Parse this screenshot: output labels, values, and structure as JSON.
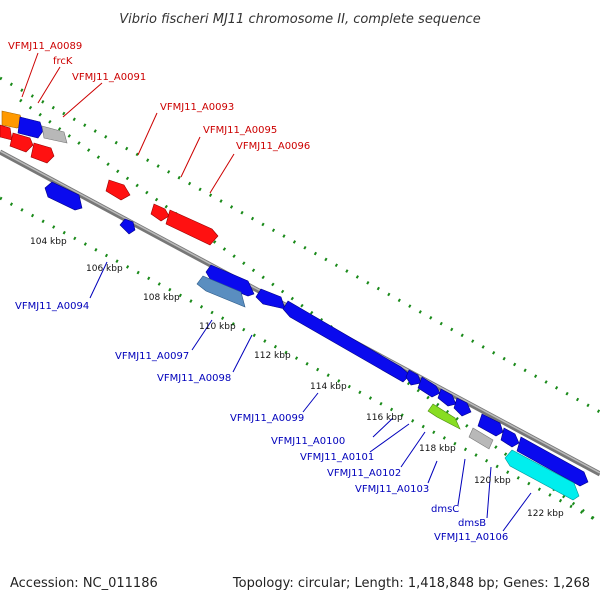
{
  "title": "Vibrio fischeri MJ11 chromosome II, complete sequence",
  "footer": {
    "accession": "Accession: NC_011186",
    "summary": "Topology: circular; Length: 1,418,848 bp; Genes: 1,268"
  },
  "colors": {
    "forward_label": "#cc0000",
    "reverse_label": "#0000bb",
    "backbone": "#777777",
    "tick_dots": "#1a8a1a",
    "gene_forward": "#ff1111",
    "gene_reverse": "#0a0aee",
    "gene_orange": "#ff9900",
    "gene_grey": "#b8b8b8",
    "gene_steel": "#5a8ec0",
    "gene_green": "#88dd22",
    "gene_cyan": "#00eeee"
  },
  "scale": {
    "unit": "kbp",
    "labels": [
      "104 kbp",
      "106 kbp",
      "108 kbp",
      "110 kbp",
      "112 kbp",
      "114 kbp",
      "116 kbp",
      "118 kbp",
      "120 kbp",
      "122 kbp"
    ]
  },
  "forward_labels": [
    "VFMJ11_A0089",
    "frcK",
    "VFMJ11_A0091",
    "VFMJ11_A0093",
    "VFMJ11_A0095",
    "VFMJ11_A0096"
  ],
  "reverse_labels": [
    "VFMJ11_A0094",
    "VFMJ11_A0097",
    "VFMJ11_A0098",
    "VFMJ11_A0099",
    "VFMJ11_A0100",
    "VFMJ11_A0101",
    "VFMJ11_A0102",
    "VFMJ11_A0103",
    "dmsC",
    "dmsB",
    "VFMJ11_A0106"
  ]
}
